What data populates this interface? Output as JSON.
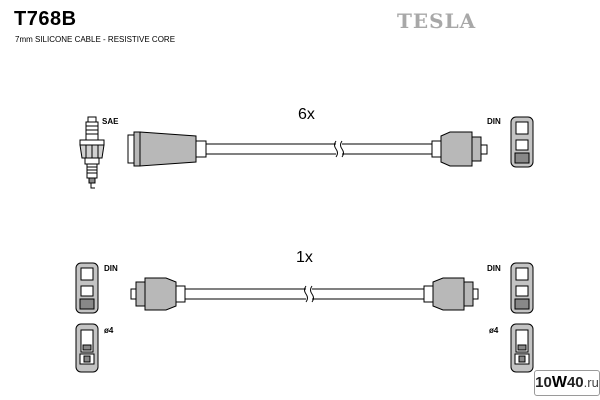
{
  "header": {
    "product_code": "T768B",
    "subtitle": "7mm SILICONE CABLE - RESISTIVE CORE",
    "brand": "TESLA"
  },
  "labels": {
    "sae": "SAE",
    "din": "DIN",
    "diameter": "ø4"
  },
  "cables": [
    {
      "quantity": "6x"
    },
    {
      "quantity": "1x"
    }
  ],
  "watermark": {
    "part1": "10",
    "part2": "W",
    "part3": "40",
    "part4": ".ru"
  }
}
